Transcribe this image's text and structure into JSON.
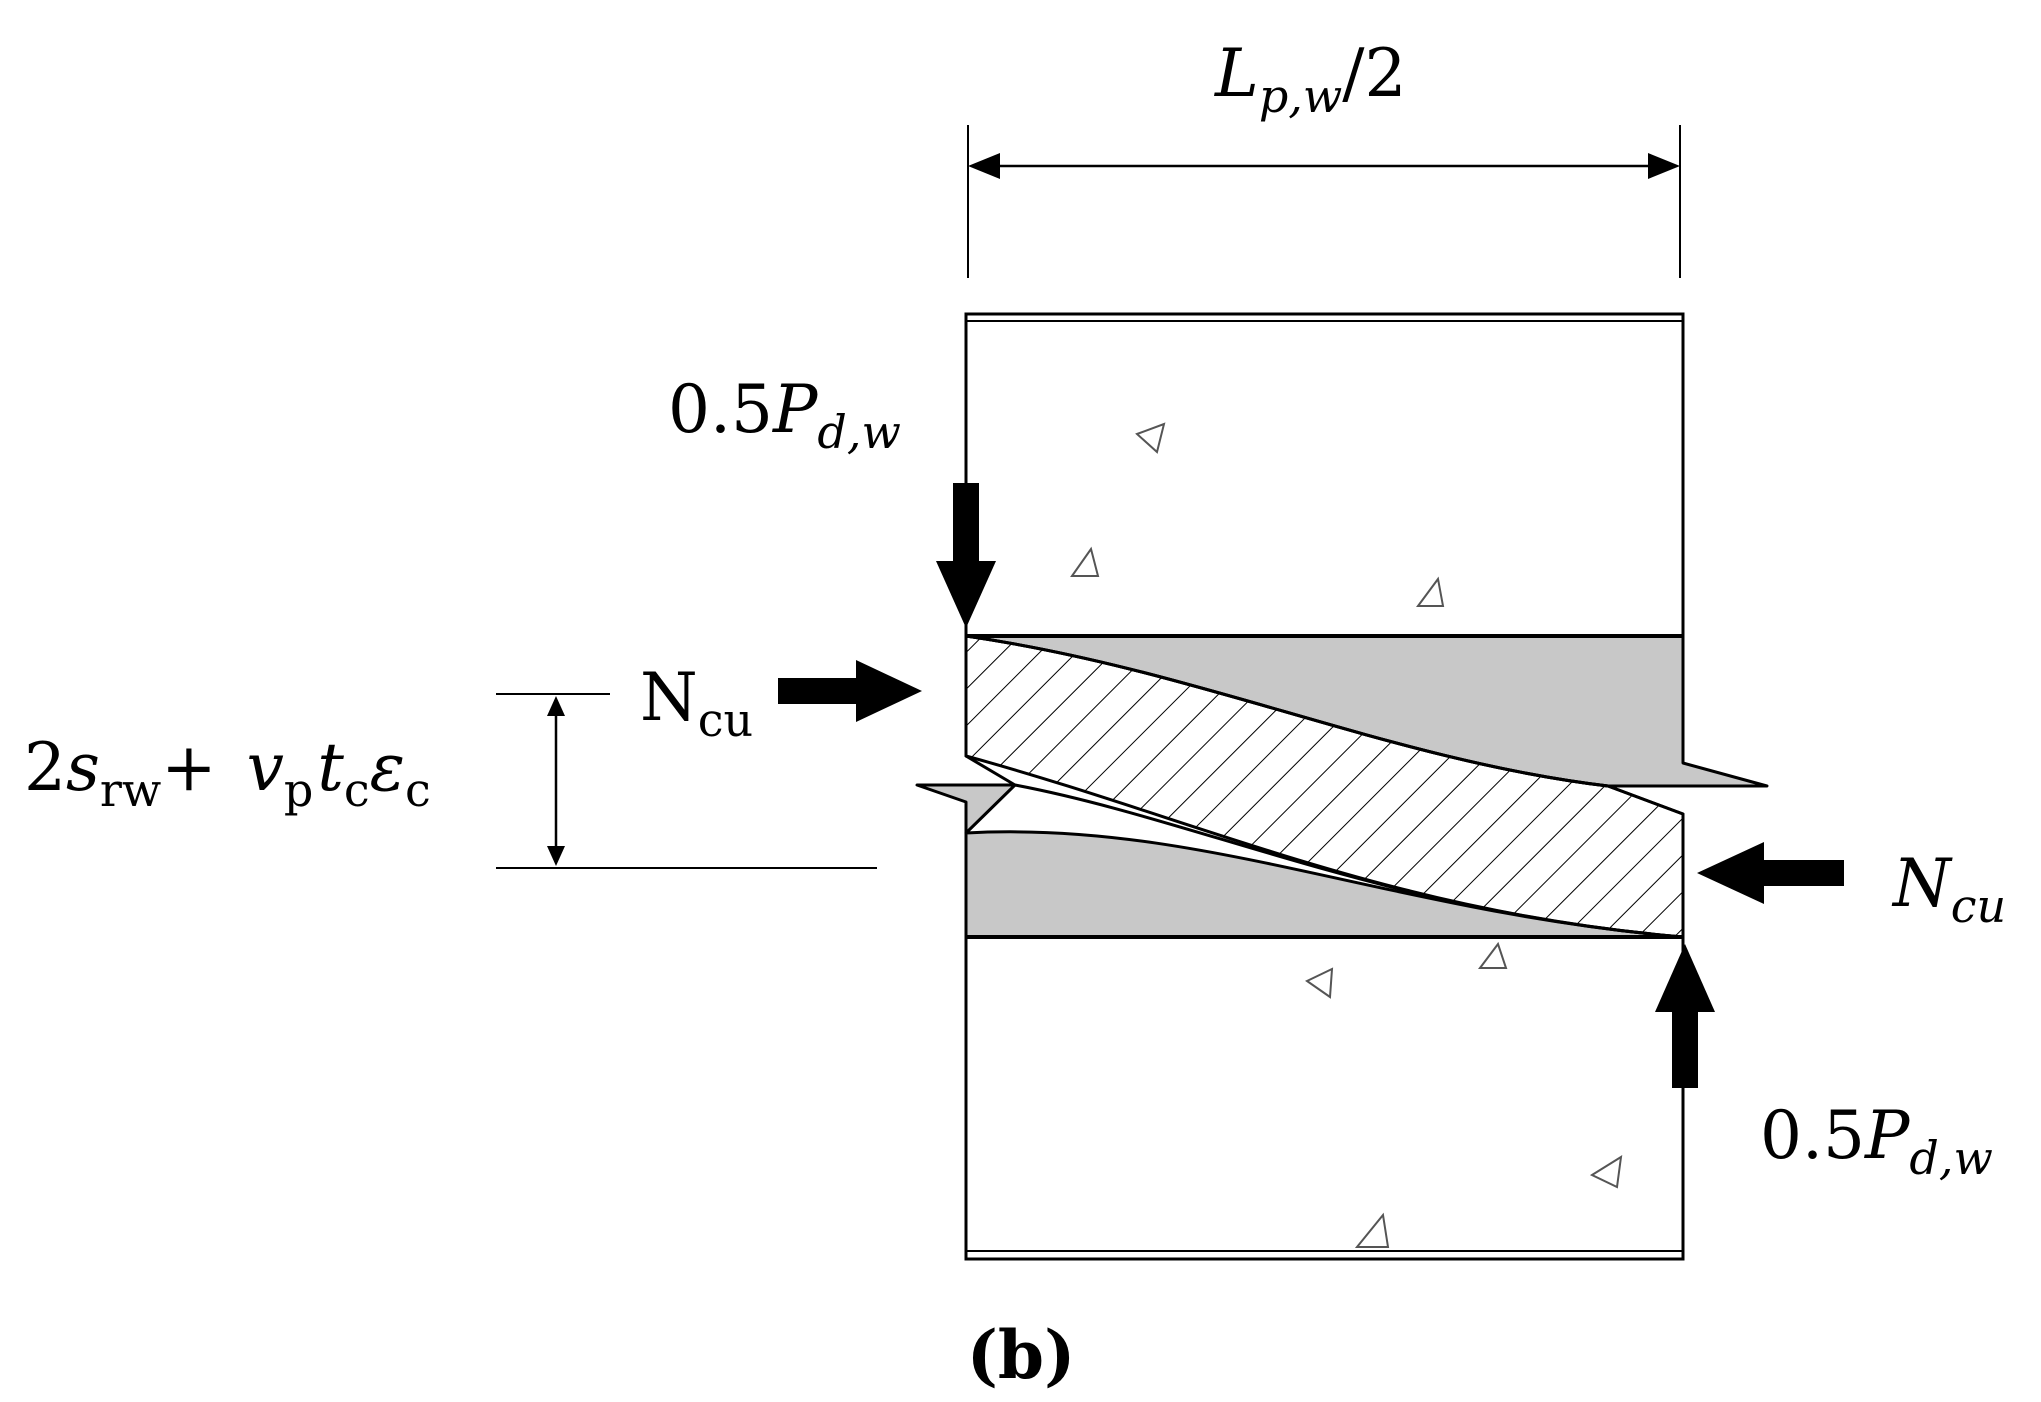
{
  "dimension_label": {
    "main": "L",
    "sub": "p,w",
    "rest": "/2"
  },
  "gap_label": {
    "coef": "2",
    "s": "s",
    "s_sub": "rw",
    "plus": "+",
    "v": "v",
    "v_sub": "p",
    "t": "t",
    "t_sub": "c",
    "e": "ε",
    "e_sub": "c"
  },
  "load_top": {
    "coef": "0.5",
    "sym": "P",
    "sub": "d,w"
  },
  "load_bottom": {
    "coef": "0.5",
    "sym": "P",
    "sub": "d,w"
  },
  "axial_left": {
    "sym": "N",
    "sub": "cu"
  },
  "axial_right": {
    "sym": "N",
    "sub": "cu"
  },
  "panel_label": "(b)",
  "colors": {
    "ink": "#000000",
    "shear_zone": "#c8c8c8",
    "concrete": "#ffffff",
    "aggregate_stroke": "#555555"
  }
}
